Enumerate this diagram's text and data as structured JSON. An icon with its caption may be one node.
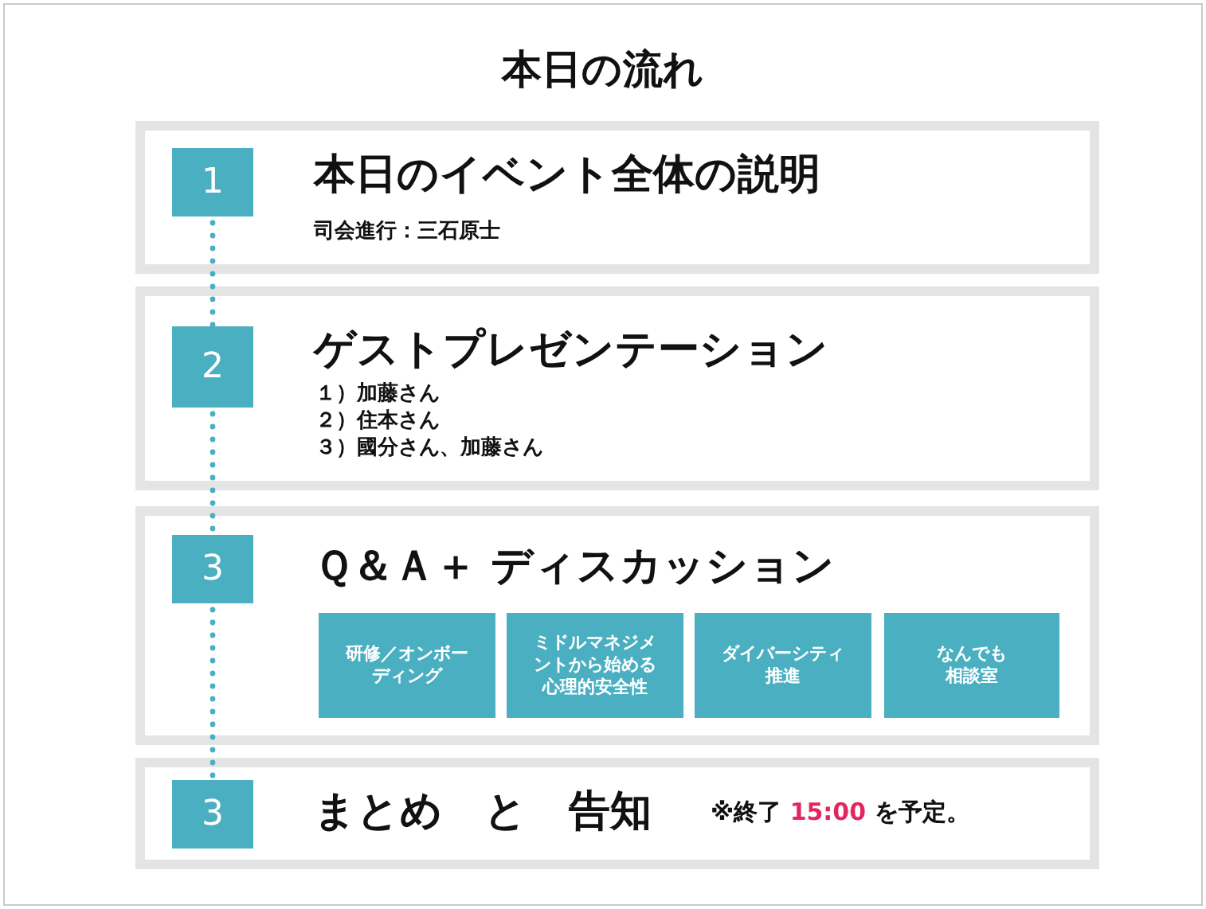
{
  "diagram": {
    "title": "本日の流れ",
    "nodes": [
      {
        "text": [
          "本日のイベント全体の説明",
          "司会進行：三石原士"
        ]
      },
      {
        "text": [
          "1"
        ],
        "in": 0
      },
      {
        "text": [
          "ゲストプレゼンテーション",
          "１）加藤さん",
          "２）住本さん",
          "３）國分さん、加藤さん"
        ]
      },
      {
        "text": [
          "2"
        ],
        "in": 2
      },
      {
        "text": [
          "Ｑ＆Ａ＋ ディスカッション"
        ]
      },
      {
        "text": [
          "3"
        ],
        "in": 4
      },
      {
        "text": [
          "研修／オンボーディング"
        ],
        "in": 4
      },
      {
        "text": [
          "ミドルマネジメントから始める心理的安全性"
        ],
        "in": 4
      },
      {
        "text": [
          "ダイバーシティ推進"
        ],
        "in": 4
      },
      {
        "text": [
          "なんでも相談室"
        ],
        "in": 4
      },
      {
        "text": [
          "まとめ　と　告知",
          "※終了 **15:00** を予定。"
        ]
      },
      {
        "text": [
          "3"
        ],
        "in": 10
      }
    ],
    "edges": [
      {
        "from": 1,
        "to": 3,
        "arrow": "none",
        "style": "dashed"
      },
      {
        "from": 3,
        "to": 5,
        "arrow": "none",
        "style": "dashed"
      },
      {
        "from": 5,
        "to": 11,
        "arrow": "none",
        "style": "dashed"
      }
    ]
  }
}
